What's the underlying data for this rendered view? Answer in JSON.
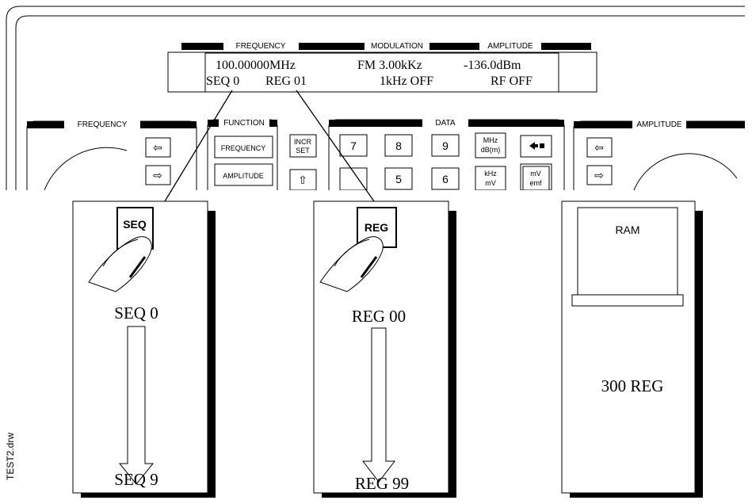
{
  "display": {
    "header_frequency": "FREQUENCY",
    "header_modulation": "MODULATION",
    "header_amplitude": "AMPLITUDE",
    "line1_freq": "100.00000MHz",
    "line1_mod": "FM 3.00kKz",
    "line1_amp": "-136.0dBm",
    "line2_seq": "SEQ 0",
    "line2_reg": "REG 01",
    "line2_mod": "1kHz OFF",
    "line2_rf": "RF OFF"
  },
  "panels": {
    "frequency": "FREQUENCY",
    "function": "FUNCTION",
    "data": "DATA",
    "amplitude": "AMPLITUDE"
  },
  "function_keys": {
    "frequency": "FREQUENCY",
    "amplitude": "AMPLITUDE",
    "incr_line1": "INCR",
    "incr_line2": "SET"
  },
  "data_keys": {
    "k7": "7",
    "k8": "8",
    "k9": "9",
    "k5": "5",
    "k6": "6",
    "mhz_line1": "MHz",
    "mhz_line2": "dB(m)",
    "khz_line1": "kHz",
    "khz_line2": "mV",
    "mv_line1": "mV",
    "mv_line2": "emf"
  },
  "cards": {
    "seq": {
      "key": "SEQ",
      "start": "SEQ 0",
      "end": "SEQ 9"
    },
    "reg": {
      "key": "REG",
      "start": "REG 00",
      "end": "REG 99"
    },
    "ram": {
      "label": "RAM",
      "capacity": "300 REG"
    }
  },
  "side_label": "TEST2.drw"
}
